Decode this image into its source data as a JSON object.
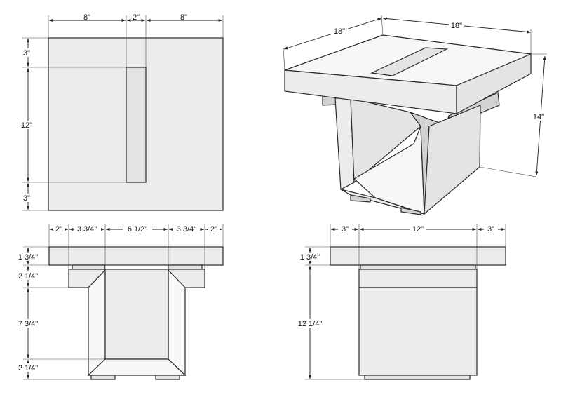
{
  "top_view": {
    "widths": [
      "8\"",
      "2\"",
      "8\""
    ],
    "heights": [
      "3\"",
      "12\"",
      "3\""
    ]
  },
  "iso_view": {
    "depth": "18\"",
    "width": "18\"",
    "height": "14\""
  },
  "front_view": {
    "widths": [
      "2\"",
      "3 3/4\"",
      "6 1/2\"",
      "3 3/4\"",
      "2\""
    ],
    "heights": [
      "1 3/4\"",
      "2 1/4\"",
      "7 3/4\"",
      "2 1/4\""
    ]
  },
  "side_view": {
    "widths": [
      "3\"",
      "12\"",
      "3\""
    ],
    "heights": [
      "1 3/4\"",
      "12 1/4\""
    ]
  }
}
